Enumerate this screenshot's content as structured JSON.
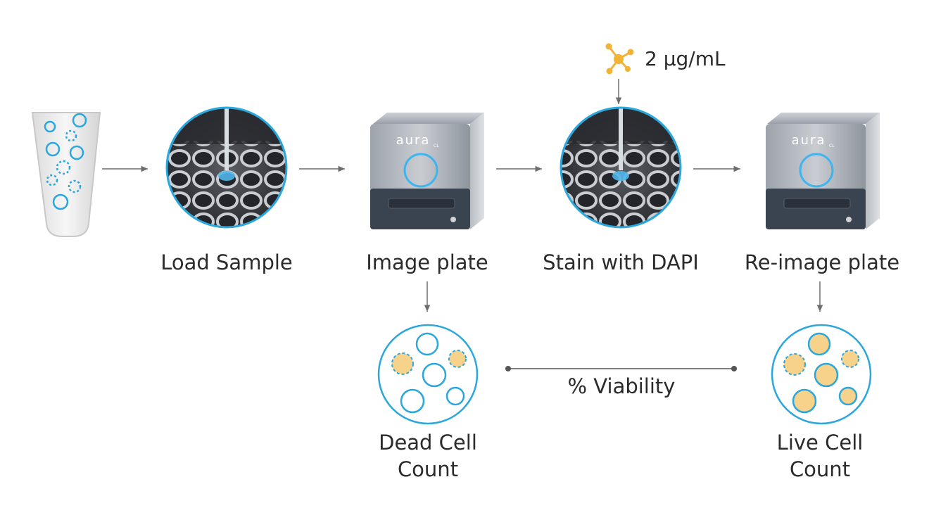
{
  "steps": [
    {
      "label": "Load Sample"
    },
    {
      "label": "Image plate"
    },
    {
      "label": "Stain with DAPI"
    },
    {
      "label": "Re-image plate"
    }
  ],
  "reagent": {
    "concentration": "2 µg/mL",
    "icon": "molecule-icon"
  },
  "instrument": {
    "brand": "aura",
    "model_suffix": "CL"
  },
  "results": {
    "dead": {
      "line1": "Dead Cell",
      "line2": "Count"
    },
    "live": {
      "line1": "Live Cell",
      "line2": "Count"
    },
    "viability": "% Viability"
  },
  "colors": {
    "cell_outline": "#2aa7dc",
    "stained_cell": "#f6d28a",
    "molecule": "#f2b233",
    "arrow": "#6d6d6d"
  }
}
